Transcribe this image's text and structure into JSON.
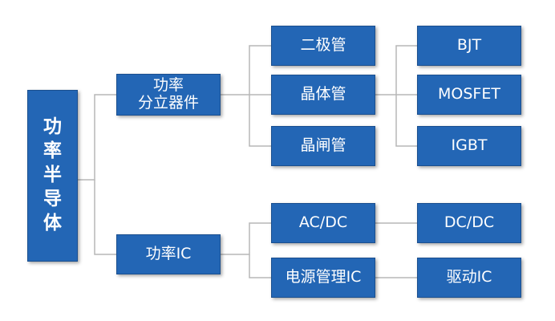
{
  "colors": {
    "node_fill": "#2366b5",
    "node_text": "#ffffff",
    "connector": "#b7b7b7"
  },
  "nodes": {
    "root": "功\n率\n半\n导\n体",
    "discrete": "功率\n分立器件",
    "power_ic": "功率IC",
    "diode": "二极管",
    "transistor": "晶体管",
    "thyristor": "晶闸管",
    "bjt": "BJT",
    "mosfet": "MOSFET",
    "igbt": "IGBT",
    "acdc": "AC/DC",
    "pmic": "电源管理IC",
    "dcdc": "DC/DC",
    "driver": "驱动IC"
  }
}
